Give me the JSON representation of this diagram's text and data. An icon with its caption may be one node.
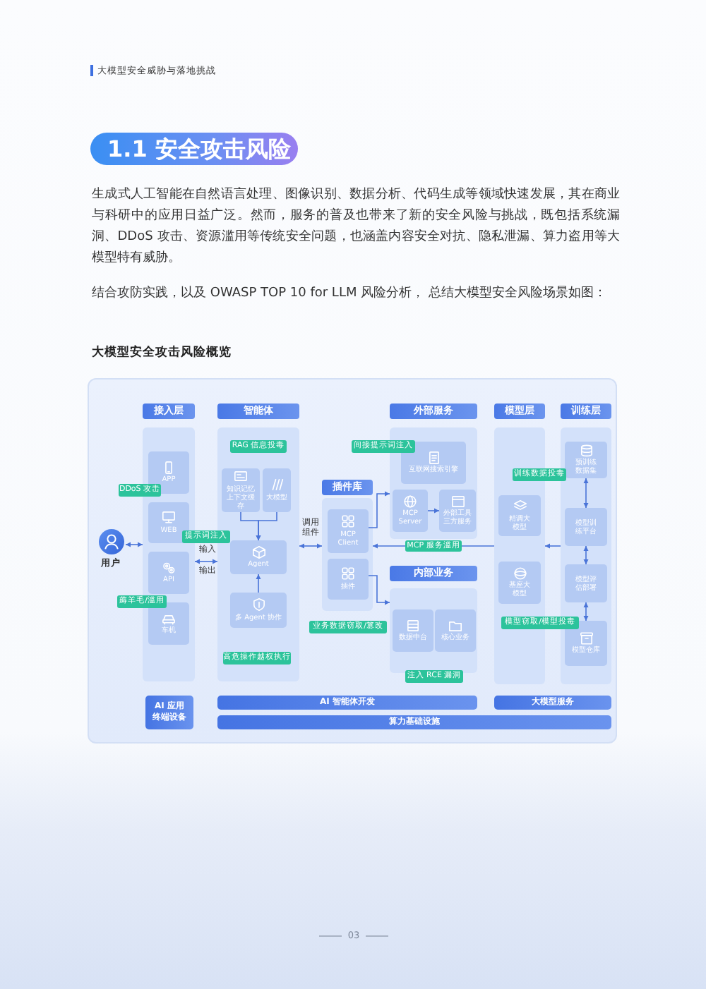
{
  "diagram": {
    "title": "1.1 安全攻击风险",
    "caption": "大模型安全攻击风险概览",
    "nodes": [
      {
        "text": [
          "用户"
        ]
      },
      {
        "text": [
          "接入层"
        ]
      },
      {
        "text": [
          "APP"
        ],
        "in": 1
      },
      {
        "text": [
          "WEB"
        ],
        "in": 1
      },
      {
        "text": [
          "API"
        ],
        "in": 1
      },
      {
        "text": [
          "车机"
        ],
        "in": 1
      },
      {
        "text": [
          "DDoS 攻击"
        ]
      },
      {
        "text": [
          "提示词注入"
        ]
      },
      {
        "text": [
          "薅羊毛/滥用"
        ]
      },
      {
        "text": [
          "智能体"
        ]
      },
      {
        "text": [
          "RAG 信息投毒"
        ],
        "in": 9
      },
      {
        "text": [
          "知识记忆上下文缓存"
        ],
        "in": 9
      },
      {
        "text": [
          "大模型"
        ],
        "in": 9
      },
      {
        "text": [
          "Agent"
        ],
        "in": 9
      },
      {
        "text": [
          "多 Agent 协作"
        ],
        "in": 9
      },
      {
        "text": [
          "高危操作越权执行"
        ],
        "in": 9
      },
      {
        "text": [
          "外部服务"
        ]
      },
      {
        "text": [
          "间接提示词注入"
        ]
      },
      {
        "text": [
          "互联网搜索引擎"
        ],
        "in": 16
      },
      {
        "text": [
          "MCP Server"
        ],
        "in": 16
      },
      {
        "text": [
          "外部工具三方服务"
        ],
        "in": 16
      },
      {
        "text": [
          "插件库"
        ]
      },
      {
        "text": [
          "MCP Client"
        ],
        "in": 21
      },
      {
        "text": [
          "插件"
        ],
        "in": 21
      },
      {
        "text": [
          "业务数据窃取/篡改"
        ]
      },
      {
        "text": [
          "内部业务"
        ]
      },
      {
        "text": [
          "数据中台"
        ],
        "in": 25
      },
      {
        "text": [
          "核心业务"
        ],
        "in": 25
      },
      {
        "text": [
          "注入 RCE 漏洞"
        ]
      },
      {
        "text": [
          "模型层"
        ]
      },
      {
        "text": [
          "训练数据投毒"
        ]
      },
      {
        "text": [
          "精调大模型"
        ],
        "in": 29
      },
      {
        "text": [
          "基座大模型"
        ],
        "in": 29
      },
      {
        "text": [
          "模型窃取/模型投毒"
        ]
      },
      {
        "text": [
          "训练层"
        ]
      },
      {
        "text": [
          "预训练数据集"
        ],
        "in": 34
      },
      {
        "text": [
          "模型训练平台"
        ],
        "in": 34
      },
      {
        "text": [
          "模型评估部署"
        ],
        "in": 34
      },
      {
        "text": [
          "模型仓库"
        ],
        "in": 34
      },
      {
        "text": [
          "AI 应用终端设备"
        ]
      },
      {
        "text": [
          "AI 智能体开发"
        ]
      },
      {
        "text": [
          "大模型服务"
        ]
      },
      {
        "text": [
          "算力基础设施"
        ]
      }
    ],
    "edges": [
      {
        "from": 0,
        "to": 1,
        "arrow": "both"
      },
      {
        "from": 1,
        "to": 9,
        "arrow": "both",
        "label": "输入"
      },
      {
        "from": 9,
        "to": 21,
        "arrow": "both",
        "label": "调用组件"
      },
      {
        "from": 11,
        "to": 13,
        "arrow": "to"
      },
      {
        "from": 12,
        "to": 13,
        "arrow": "to"
      },
      {
        "from": 14,
        "to": 13,
        "arrow": "to"
      },
      {
        "from": 22,
        "to": 16,
        "arrow": "to"
      },
      {
        "from": 23,
        "to": 25,
        "arrow": "to"
      },
      {
        "from": 19,
        "to": 20,
        "arrow": "to"
      },
      {
        "from": 29,
        "to": 21,
        "arrow": "to",
        "label": "MCP 服务滥用"
      },
      {
        "from": 34,
        "to": 29,
        "arrow": "to"
      },
      {
        "from": 35,
        "to": 36,
        "arrow": "both"
      },
      {
        "from": 36,
        "to": 37,
        "arrow": "both"
      },
      {
        "from": 37,
        "to": 38,
        "arrow": "both"
      }
    ],
    "labels": [
      "大模型安全威胁与落地挑战",
      "生成式人工智能在自然语言处理、图像识别、数据分析、代码生成等领域快速发展，其在商业与科研中的应用日益广泛。然而，服务的普及也带来了新的安全风险与挑战，既包括系统漏洞、DDoS 攻击、资源滥用等传统安全问题，也涵盖内容安全对抗、隐私泄漏、算力盗用等大模型特有威胁。",
      "结合攻防实践，以及 OWASP TOP 10 for LLM 风险分析， 总结大模型安全风险场景如图：",
      "输出",
      "03"
    ]
  }
}
